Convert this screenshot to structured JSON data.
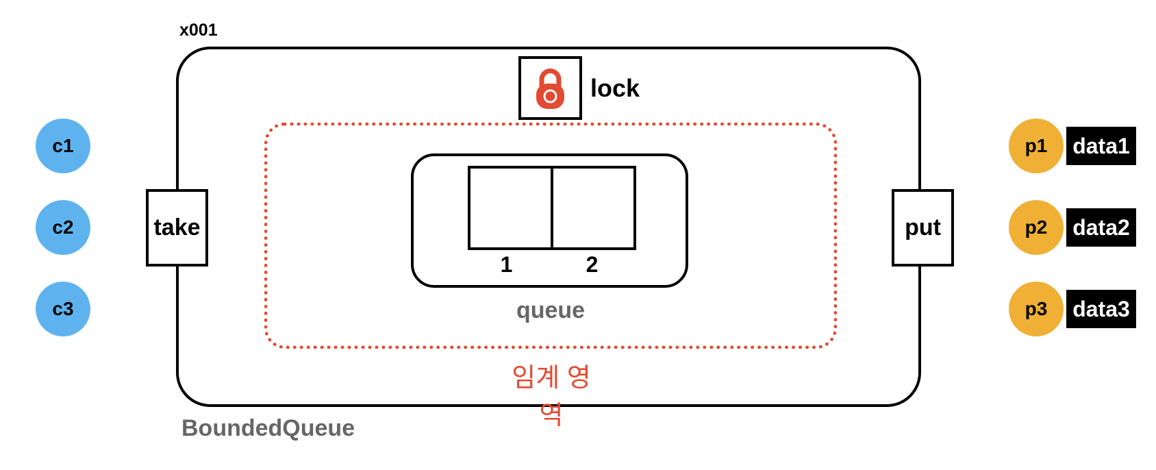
{
  "object_address": "x001",
  "class_name": "BoundedQueue",
  "lock": {
    "label": "lock",
    "icon": "padlock-icon",
    "color": "#e34a33"
  },
  "critical_section": {
    "label": "임계 영역",
    "color": "#e34a33"
  },
  "queue": {
    "label": "queue",
    "slots": [
      "1",
      "2"
    ]
  },
  "methods": {
    "take": "take",
    "put": "put"
  },
  "consumers": [
    "c1",
    "c2",
    "c3"
  ],
  "producers": [
    {
      "name": "p1",
      "data": "data1"
    },
    {
      "name": "p2",
      "data": "data2"
    },
    {
      "name": "p3",
      "data": "data3"
    }
  ],
  "colors": {
    "consumer": "#5eb3ef",
    "producer": "#f0b035",
    "critical": "#e34a33",
    "secondary_text": "#666666"
  }
}
